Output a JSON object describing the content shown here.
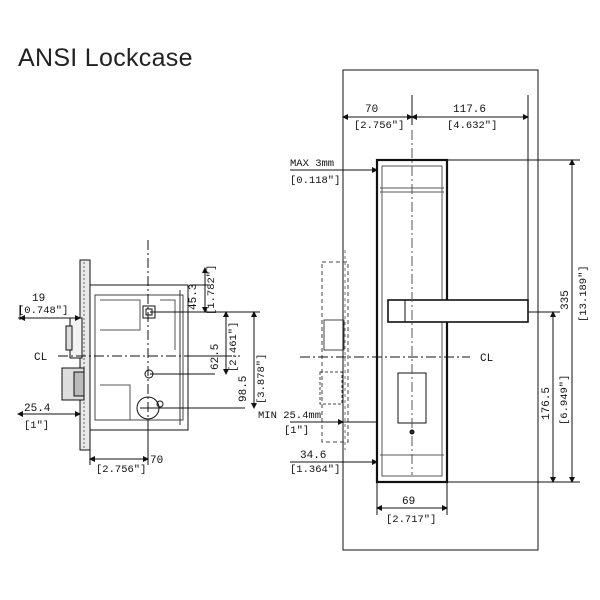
{
  "title": "ANSI Lockcase",
  "side_view": {
    "backset": {
      "mm": "70",
      "in": "[2.756\"]"
    },
    "face_width": {
      "mm": "19",
      "in": "[0.748\"]"
    },
    "case_step": {
      "mm": "25.4",
      "in": "[1\"]"
    },
    "top_hole": {
      "mm": "45.3",
      "in": "[1.782\"]"
    },
    "mid_hole": {
      "mm": "62.5",
      "in": "[2.461\"]"
    },
    "low_hole": {
      "mm": "98.5",
      "in": "[3.878\"]"
    },
    "centerline": "CL"
  },
  "front_view": {
    "top_left": {
      "mm": "70",
      "in": "[2.756\"]"
    },
    "top_right": {
      "mm": "117.6",
      "in": "[4.632\"]"
    },
    "max_thickness": {
      "mm": "MAX 3mm",
      "in": "[0.118\"]"
    },
    "min_thickness": {
      "mm": "MIN 25.4mm",
      "in": "[1\"]"
    },
    "lower_offset": {
      "mm": "34.6",
      "in": "[1.364\"]"
    },
    "plate_width": {
      "mm": "69",
      "in": "[2.717\"]"
    },
    "height": {
      "mm": "335",
      "in": "[13.189\"]"
    },
    "lower_height": {
      "mm": "176.5",
      "in": "[6.949\"]"
    },
    "centerline": "CL"
  }
}
